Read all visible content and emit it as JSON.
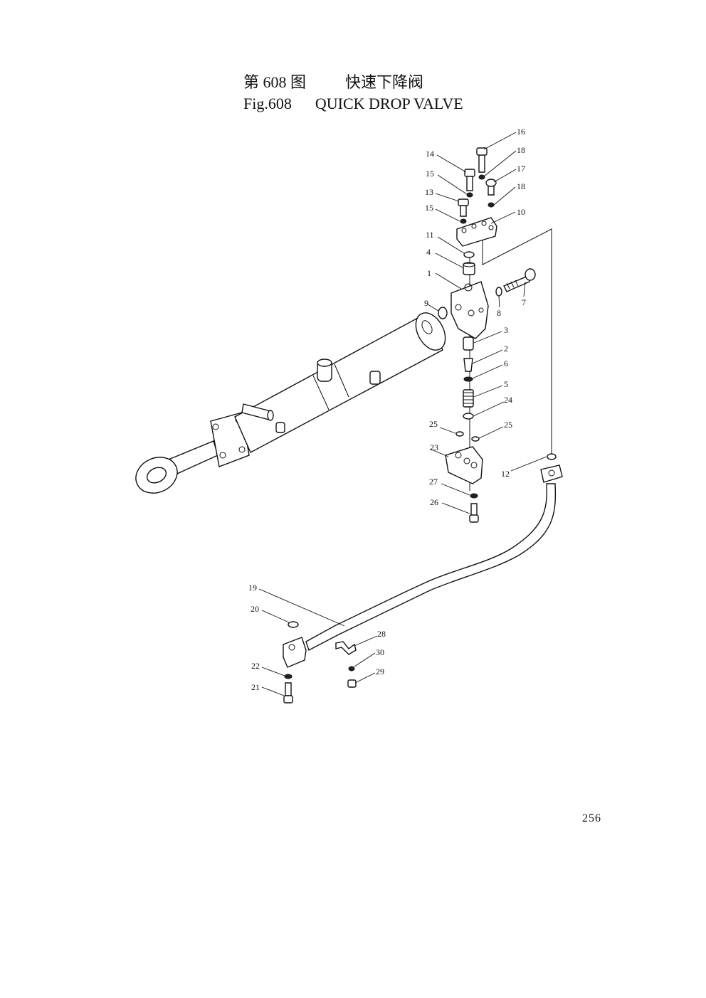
{
  "title": {
    "cn_fig": "第 608 图",
    "cn_name": "快速下降阀",
    "en_fig": "Fig.608",
    "en_name": "QUICK DROP VALVE"
  },
  "page_number": "256",
  "callouts": [
    "1",
    "2",
    "3",
    "4",
    "5",
    "6",
    "7",
    "8",
    "9",
    "10",
    "11",
    "12",
    "13",
    "14",
    "15",
    "15",
    "16",
    "17",
    "18",
    "18",
    "19",
    "20",
    "21",
    "22",
    "23",
    "24",
    "25",
    "25",
    "26",
    "27",
    "28",
    "29",
    "30"
  ]
}
